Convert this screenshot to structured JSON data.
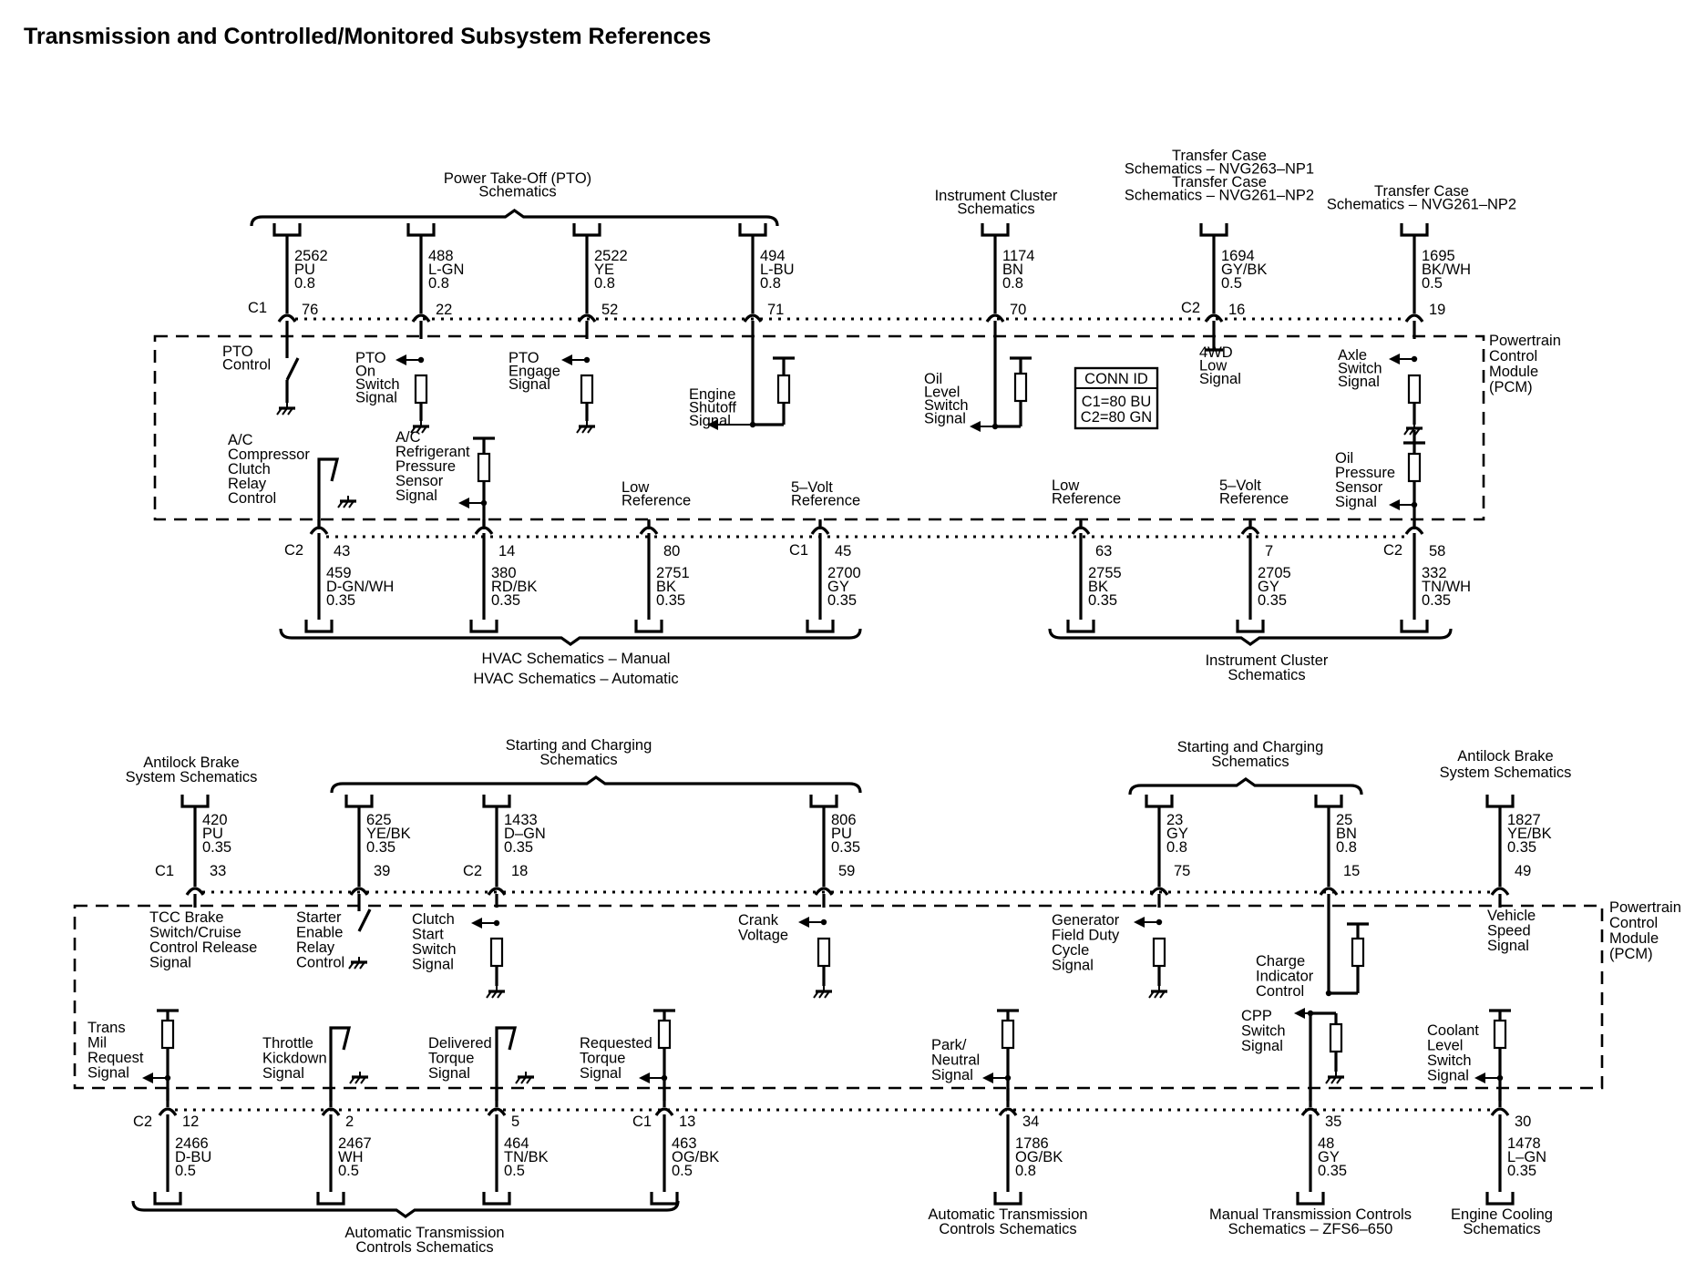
{
  "title": "Transmission and Controlled/Monitored Subsystem References",
  "conn_id": {
    "header": "CONN ID",
    "c1": "C1=80 BU",
    "c2": "C2=80 GN"
  },
  "pcm_label": [
    "Powertrain",
    "Control",
    "Module",
    "(PCM)"
  ],
  "top": {
    "refs": {
      "pto": [
        "Power Take-Off (PTO)",
        "Schematics"
      ],
      "instrument_cluster_top": [
        "Instrument Cluster",
        "Schematics"
      ],
      "transfer_case_a": [
        "Transfer Case",
        "Schematics – NVG263–NP1",
        "Transfer Case",
        "Schematics – NVG261–NP2"
      ],
      "transfer_case_b": [
        "Transfer Case",
        "Schematics – NVG261–NP2"
      ],
      "hvac": [
        "HVAC Schematics – Manual",
        "HVAC Schematics – Automatic"
      ],
      "instrument_cluster_bottom": [
        "Instrument Cluster",
        "Schematics"
      ]
    },
    "upper_wires": [
      {
        "circuit": "2562",
        "color": "PU",
        "gauge": "0.8",
        "pin": "76",
        "conn": "C1"
      },
      {
        "circuit": "488",
        "color": "L-GN",
        "gauge": "0.8",
        "pin": "22",
        "conn": ""
      },
      {
        "circuit": "2522",
        "color": "YE",
        "gauge": "0.8",
        "pin": "52",
        "conn": ""
      },
      {
        "circuit": "494",
        "color": "L-BU",
        "gauge": "0.8",
        "pin": "71",
        "conn": ""
      },
      {
        "circuit": "1174",
        "color": "BN",
        "gauge": "0.8",
        "pin": "70",
        "conn": ""
      },
      {
        "circuit": "1694",
        "color": "GY/BK",
        "gauge": "0.5",
        "pin": "16",
        "conn": "C2"
      },
      {
        "circuit": "1695",
        "color": "BK/WH",
        "gauge": "0.5",
        "pin": "19",
        "conn": ""
      }
    ],
    "lower_wires": [
      {
        "circuit": "459",
        "color": "D-GN/WH",
        "gauge": "0.35",
        "pin": "43",
        "conn": "C2"
      },
      {
        "circuit": "380",
        "color": "RD/BK",
        "gauge": "0.35",
        "pin": "14",
        "conn": ""
      },
      {
        "circuit": "2751",
        "color": "BK",
        "gauge": "0.35",
        "pin": "80",
        "conn": ""
      },
      {
        "circuit": "2700",
        "color": "GY",
        "gauge": "0.35",
        "pin": "45",
        "conn": "C1"
      },
      {
        "circuit": "2755",
        "color": "BK",
        "gauge": "0.35",
        "pin": "63",
        "conn": ""
      },
      {
        "circuit": "2705",
        "color": "GY",
        "gauge": "0.35",
        "pin": "7",
        "conn": ""
      },
      {
        "circuit": "332",
        "color": "TN/WH",
        "gauge": "0.35",
        "pin": "58",
        "conn": "C2"
      }
    ],
    "signals": {
      "pto_control": [
        "PTO",
        "Control"
      ],
      "pto_on": [
        "PTO",
        "On",
        "Switch",
        "Signal"
      ],
      "pto_engage": [
        "PTO",
        "Engage",
        "Signal"
      ],
      "engine_shutoff": [
        "Engine",
        "Shutoff",
        "Signal"
      ],
      "oil_level": [
        "Oil",
        "Level",
        "Switch",
        "Signal"
      ],
      "four_wd": [
        "4WD",
        "Low",
        "Signal"
      ],
      "axle_switch": [
        "Axle",
        "Switch",
        "Signal"
      ],
      "ac_clutch": [
        "A/C",
        "Compressor",
        "Clutch",
        "Relay",
        "Control"
      ],
      "ac_pressure": [
        "A/C",
        "Refrigerant",
        "Pressure",
        "Sensor",
        "Signal"
      ],
      "low_ref_a": [
        "Low",
        "Reference"
      ],
      "five_volt_a": [
        "5–Volt",
        "Reference"
      ],
      "low_ref_b": [
        "Low",
        "Reference"
      ],
      "five_volt_b": [
        "5–Volt",
        "Reference"
      ],
      "oil_pressure": [
        "Oil",
        "Pressure",
        "Sensor",
        "Signal"
      ]
    }
  },
  "bottom": {
    "refs": {
      "abs_left": [
        "Antilock Brake",
        "System Schematics"
      ],
      "starting_left": [
        "Starting and Charging",
        "Schematics"
      ],
      "starting_right": [
        "Starting and Charging",
        "Schematics"
      ],
      "abs_right": [
        "Antilock Brake",
        "System Schematics"
      ],
      "auto_trans_left": [
        "Automatic Transmission",
        "Controls Schematics"
      ],
      "auto_trans_mid": [
        "Automatic Transmission",
        "Controls Schematics"
      ],
      "manual_trans": [
        "Manual Transmission Controls",
        "Schematics – ZFS6–650"
      ],
      "engine_cooling": [
        "Engine Cooling",
        "Schematics"
      ]
    },
    "upper_wires": [
      {
        "circuit": "420",
        "color": "PU",
        "gauge": "0.35",
        "pin": "33",
        "conn": "C1"
      },
      {
        "circuit": "625",
        "color": "YE/BK",
        "gauge": "0.35",
        "pin": "39",
        "conn": ""
      },
      {
        "circuit": "1433",
        "color": "D–GN",
        "gauge": "0.35",
        "pin": "18",
        "conn": "C2"
      },
      {
        "circuit": "806",
        "color": "PU",
        "gauge": "0.35",
        "pin": "59",
        "conn": ""
      },
      {
        "circuit": "23",
        "color": "GY",
        "gauge": "0.8",
        "pin": "75",
        "conn": ""
      },
      {
        "circuit": "25",
        "color": "BN",
        "gauge": "0.8",
        "pin": "15",
        "conn": ""
      },
      {
        "circuit": "1827",
        "color": "YE/BK",
        "gauge": "0.35",
        "pin": "49",
        "conn": ""
      }
    ],
    "lower_wires": [
      {
        "circuit": "2466",
        "color": "D-BU",
        "gauge": "0.5",
        "pin": "12",
        "conn": "C2"
      },
      {
        "circuit": "2467",
        "color": "WH",
        "gauge": "0.5",
        "pin": "2",
        "conn": ""
      },
      {
        "circuit": "464",
        "color": "TN/BK",
        "gauge": "0.5",
        "pin": "5",
        "conn": ""
      },
      {
        "circuit": "463",
        "color": "OG/BK",
        "gauge": "0.5",
        "pin": "13",
        "conn": "C1"
      },
      {
        "circuit": "1786",
        "color": "OG/BK",
        "gauge": "0.8",
        "pin": "34",
        "conn": ""
      },
      {
        "circuit": "48",
        "color": "GY",
        "gauge": "0.35",
        "pin": "35",
        "conn": ""
      },
      {
        "circuit": "1478",
        "color": "L–GN",
        "gauge": "0.35",
        "pin": "30",
        "conn": ""
      }
    ],
    "signals": {
      "tcc_brake": [
        "TCC Brake",
        "Switch/Cruise",
        "Control Release",
        "Signal"
      ],
      "starter_enable": [
        "Starter",
        "Enable",
        "Relay",
        "Control"
      ],
      "clutch_start": [
        "Clutch",
        "Start",
        "Switch",
        "Signal"
      ],
      "crank_voltage": [
        "Crank",
        "Voltage"
      ],
      "generator_field": [
        "Generator",
        "Field Duty",
        "Cycle",
        "Signal"
      ],
      "charge_indicator": [
        "Charge",
        "Indicator",
        "Control"
      ],
      "vehicle_speed": [
        "Vehicle",
        "Speed",
        "Signal"
      ],
      "trans_mil": [
        "Trans",
        "Mil",
        "Request",
        "Signal"
      ],
      "throttle_kickdown": [
        "Throttle",
        "Kickdown",
        "Signal"
      ],
      "delivered_torque": [
        "Delivered",
        "Torque",
        "Signal"
      ],
      "requested_torque": [
        "Requested",
        "Torque",
        "Signal"
      ],
      "park_neutral": [
        "Park/",
        "Neutral",
        "Signal"
      ],
      "cpp_switch": [
        "CPP",
        "Switch",
        "Signal"
      ],
      "coolant_level": [
        "Coolant",
        "Level",
        "Switch",
        "Signal"
      ]
    }
  }
}
